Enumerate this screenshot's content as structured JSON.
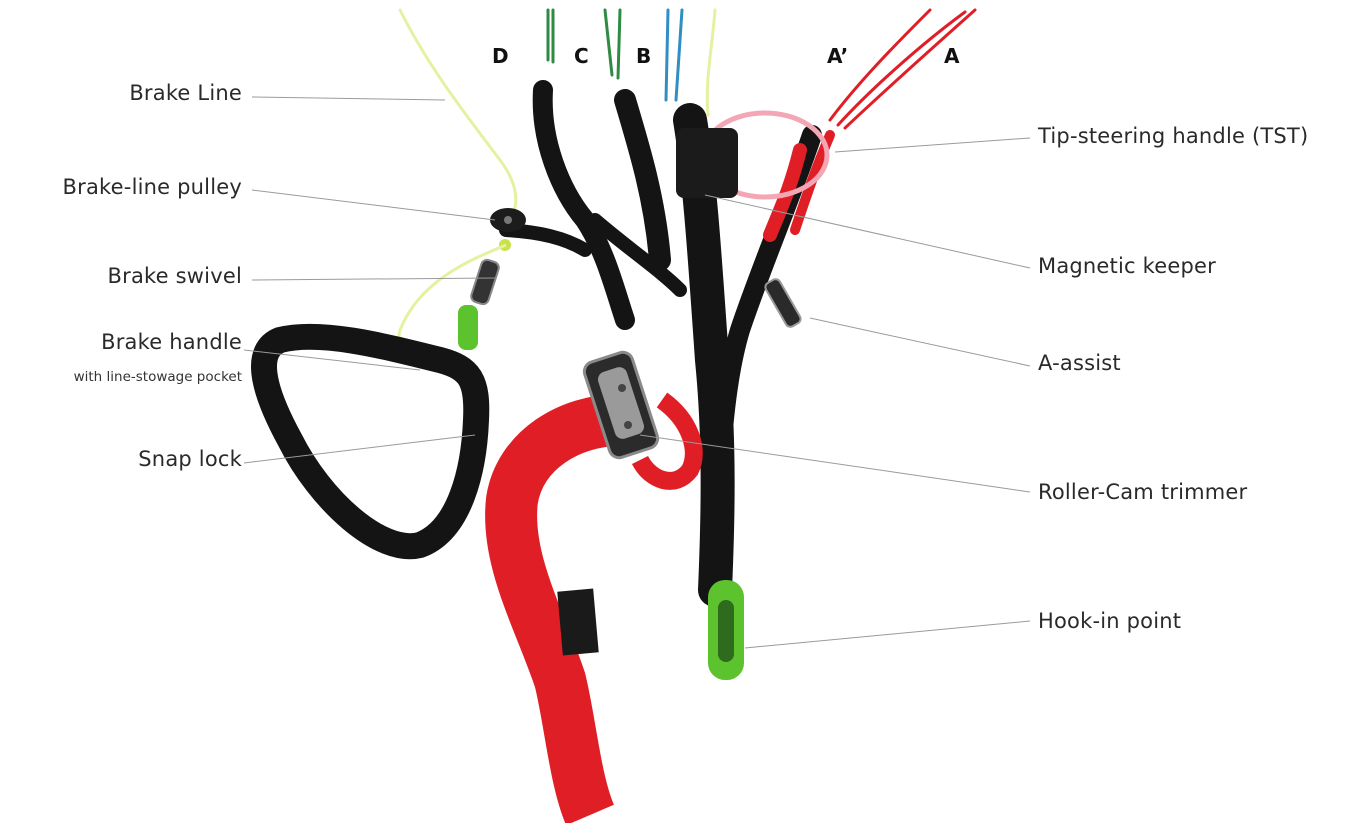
{
  "risers": {
    "d": "D",
    "c": "C",
    "b": "B",
    "a_prime": "A’",
    "a": "A"
  },
  "left_labels": {
    "brake_line": "Brake Line",
    "brake_line_pulley": "Brake-line pulley",
    "brake_swivel": "Brake swivel",
    "brake_handle": "Brake handle",
    "brake_handle_note": "with line-stowage pocket",
    "snap_lock": "Snap lock"
  },
  "right_labels": {
    "tip_steering_handle": "Tip-steering handle (TST)",
    "magnetic_keeper": "Magnetic keeper",
    "a_assist": "A-assist",
    "roller_cam_trimmer": "Roller-Cam trimmer",
    "hook_in_point": "Hook-in point"
  },
  "colors": {
    "webbing_black": "#141414",
    "webbing_red": "#e01e26",
    "accent_green": "#5cc22e",
    "line_yellow": "#e4f2a0",
    "line_blue": "#2f8fc2",
    "line_green": "#2f8a44",
    "leader": "#9a9a9a"
  }
}
